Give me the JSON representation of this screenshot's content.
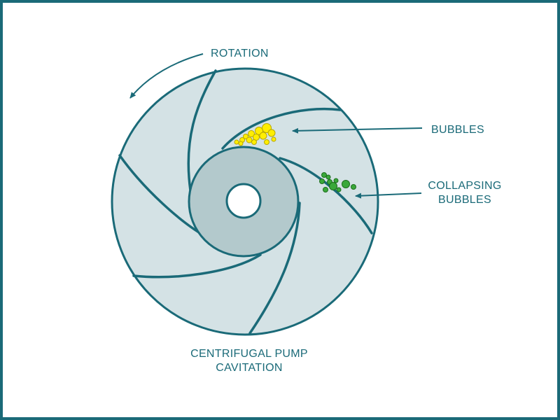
{
  "labels": {
    "rotation": "ROTATION",
    "bubbles": "BUBBLES",
    "collapsing_line1": "COLLAPSING",
    "collapsing_line2": "BUBBLES",
    "title_line1": "CENTRIFUGAL PUMP",
    "title_line2": "CAVITATION"
  },
  "colors": {
    "outline": "#1a6a78",
    "impeller_fill": "#d4e2e5",
    "hub_fill": "#b3c9cc",
    "bubble_yellow": "#ffee00",
    "bubble_green": "#3aa83a"
  }
}
